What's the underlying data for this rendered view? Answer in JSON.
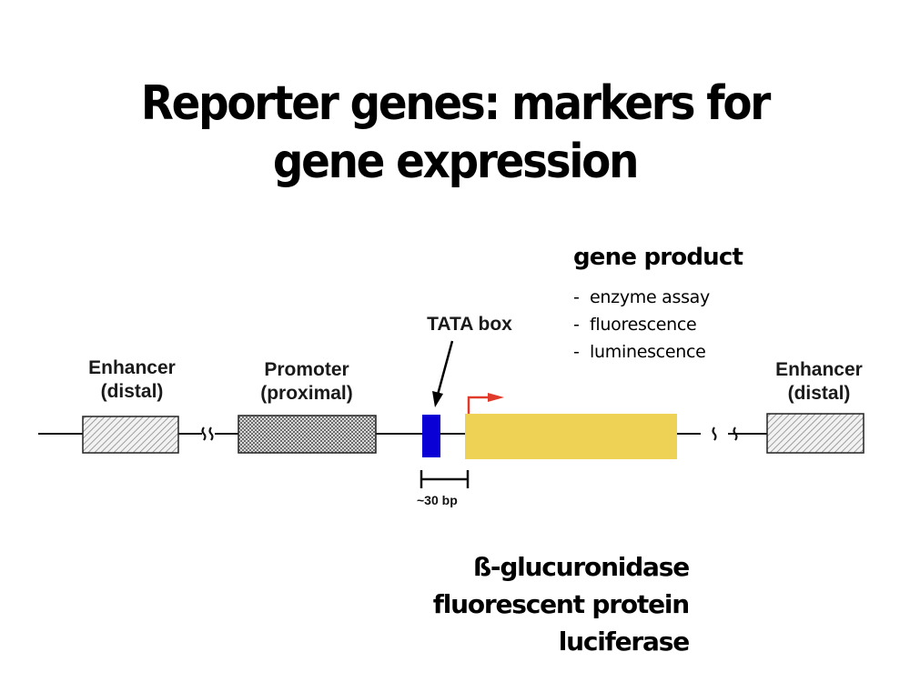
{
  "slide": {
    "title_lines": [
      "Reporter genes: markers for",
      "gene expression"
    ]
  },
  "diagram": {
    "elements": {
      "enhancer_left": {
        "line1": "Enhancer",
        "line2": "(distal)",
        "pattern": "diagonal-hatch"
      },
      "promoter": {
        "line1": "Promoter",
        "line2": "(proximal)",
        "pattern": "crosshatch"
      },
      "tata_box": {
        "label": "TATA box",
        "color": "#0a00d6"
      },
      "reporter_gene": {
        "color": "#edd256"
      },
      "transcription_start_arrow": {
        "color": "#e03a2a"
      },
      "enhancer_right": {
        "line1": "Enhancer",
        "line2": "(distal)",
        "pattern": "diagonal-hatch"
      },
      "distance_marker": {
        "label": "~30 bp"
      }
    },
    "break_symbols": [
      "double-tilde-break-left",
      "double-tilde-break-right"
    ]
  },
  "gene_product": {
    "heading": "gene product",
    "items": [
      "enzyme assay",
      "fluorescence",
      "luminescence"
    ]
  },
  "reporters": {
    "items": [
      "ß-glucuronidase",
      "fluorescent protein",
      "luciferase"
    ]
  }
}
